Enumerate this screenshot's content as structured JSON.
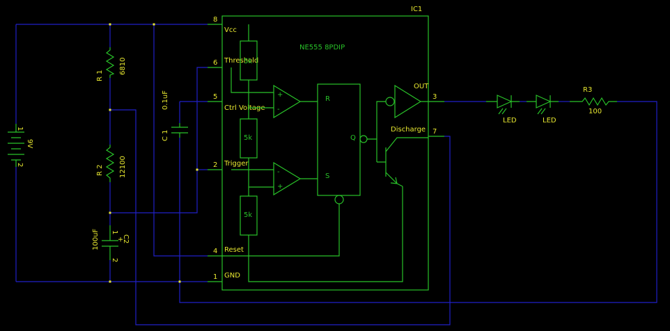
{
  "ic": {
    "ref": "IC1",
    "part": "NE555 8PDIP",
    "pins": {
      "p1": {
        "num": "1",
        "name": "GND"
      },
      "p2": {
        "num": "2",
        "name": "Trigger"
      },
      "p3": {
        "num": "3",
        "name": "OUT"
      },
      "p4": {
        "num": "4",
        "name": "Reset"
      },
      "p5": {
        "num": "5",
        "name": "Ctrl Voltage"
      },
      "p6": {
        "num": "6",
        "name": "Threshold"
      },
      "p7": {
        "num": "7",
        "name": "Discharge"
      },
      "p8": {
        "num": "8",
        "name": "Vcc"
      }
    },
    "internal": {
      "divider": "5k",
      "ff_r": "R",
      "ff_s": "S",
      "ff_q": "Q",
      "comp_plus": "+",
      "comp_minus": "-"
    }
  },
  "battery": {
    "value": "9V",
    "pin1": "1",
    "pin2": "2"
  },
  "r1": {
    "ref": "R 1",
    "value": "6810"
  },
  "r2": {
    "ref": "R 2",
    "value": "12100"
  },
  "r3": {
    "ref": "R3",
    "value": "100"
  },
  "c1": {
    "ref": "C 1",
    "value": "0.1uF"
  },
  "c2": {
    "ref": "C2",
    "value": "100uF",
    "pin1": "1",
    "pin2": "2",
    "plus": "+"
  },
  "leds": [
    {
      "label": "LED"
    },
    {
      "label": "LED"
    }
  ],
  "colors": {
    "wire": "#2020c8",
    "component": "#29c229",
    "label": "#e8e830",
    "background": "#000000"
  }
}
